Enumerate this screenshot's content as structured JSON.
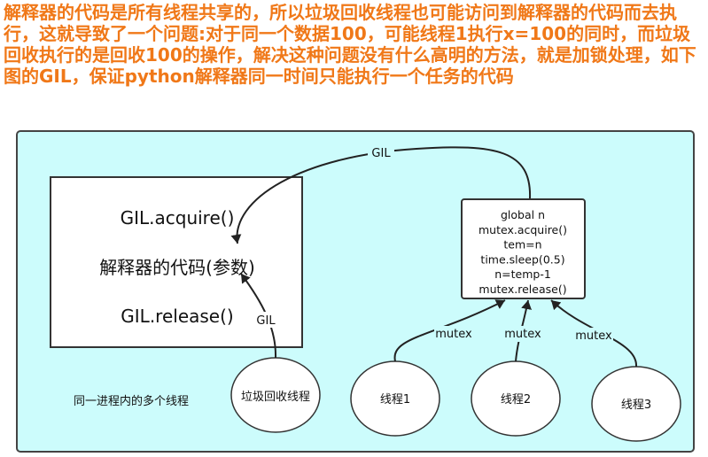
{
  "caption": "解释器的代码是所有线程共享的，所以垃圾回收线程也可能访问到解释器的代码而去执行，这就导致了一个问题:对于同一个数据100，可能线程1执行x=100的同时，而垃圾回收执行的是回收100的操作，解决这种问题没有什么高明的方法，就是加锁处理，如下图的GIL，保证python解释器同一时间只能执行一个任务的代码",
  "colors": {
    "caption": "#f07818",
    "panel_fill": "#ccfcfc",
    "panel_border": "#444444"
  },
  "interpreter_box": {
    "acquire": "GIL.acquire()",
    "code": "解释器的代码(参数)",
    "release": "GIL.release()"
  },
  "code_box": {
    "lines": [
      "global n",
      "mutex.acquire()",
      "tem=n",
      "time.sleep(0.5)",
      "n=temp-1",
      "mutex.release()"
    ]
  },
  "threads": {
    "gc": "垃圾回收线程",
    "t1": "线程1",
    "t2": "线程2",
    "t3": "线程3"
  },
  "edge_labels": {
    "gil_top": "GIL",
    "gil_bottom": "GIL",
    "mutex1": "mutex",
    "mutex2": "mutex",
    "mutex3": "mutex"
  },
  "process_label": "同一进程内的多个线程"
}
